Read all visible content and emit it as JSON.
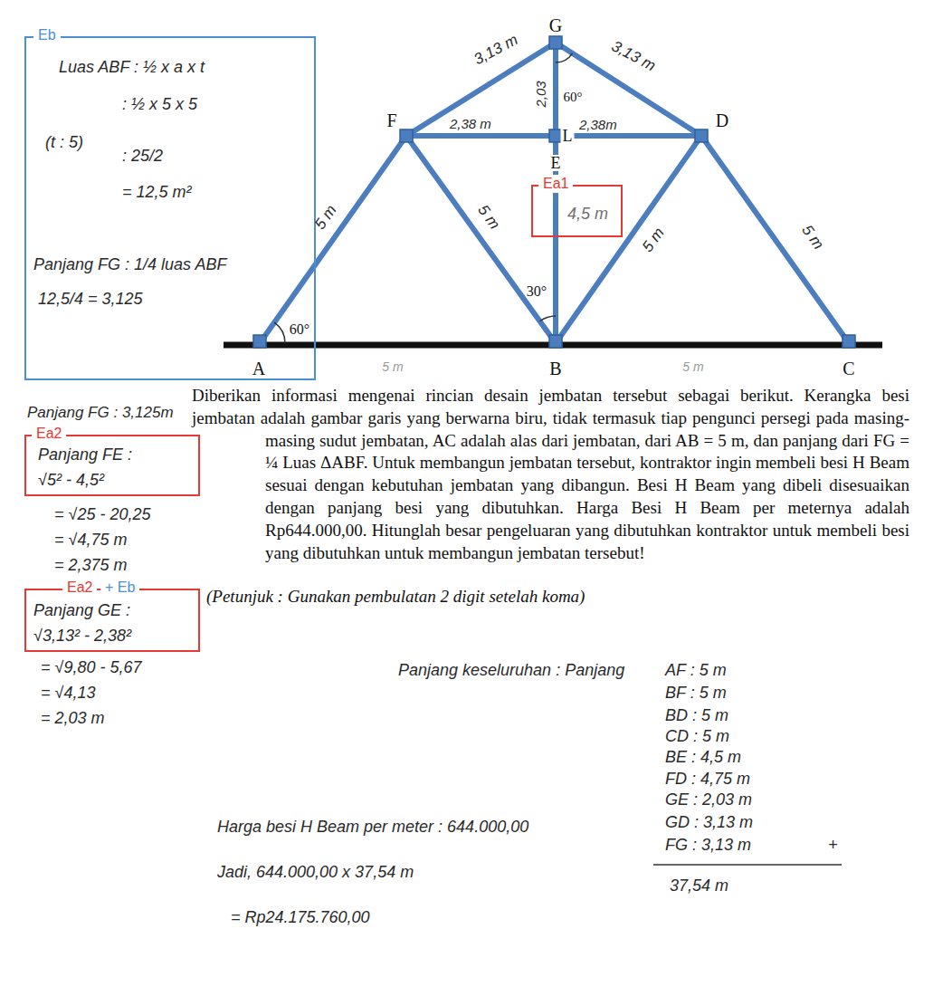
{
  "diagram": {
    "nodes": [
      {
        "text": [
          "Eb",
          "Luas ABF : ½ x a x t",
          ": ½ x 5 x 5",
          "(t : 5)",
          ": 25/2",
          "= 12,5 m²",
          "Panjang FG : 1/4 luas ABF",
          "12,5/4 = 3,125"
        ]
      },
      {
        "text": [
          "Ea1",
          "4,5 m"
        ]
      },
      {
        "text": [
          "Ea2",
          "Panjang FE :",
          "√5² - 4,5²"
        ]
      },
      {
        "text": [
          "Ea2",
          "+ Eb",
          "Panjang GE :",
          "√3,13² - 2,38²"
        ]
      }
    ],
    "labels": [
      "G",
      "3,13 m",
      "3,13 m",
      "60°",
      "2,03",
      "F",
      "2,38 m",
      "L",
      "2,38m",
      "D",
      "E",
      "5 m",
      "5 m",
      "5 m",
      "5 m",
      "30°",
      "60°",
      "A",
      "5 m",
      "B",
      "5 m",
      "C",
      "Panjang FG : 3,125m",
      "Diberikan informasi mengenai rincian desain jembatan tersebut sebagai berikut. Kerangka besi jembatan adalah gambar garis yang berwarna biru, tidak termasuk tiap pengunci persegi pada masing-masing sudut jembatan, AC adalah alas dari jembatan, dari AB = 5 m, dan panjang dari FG = ¼ Luas ΔABF. Untuk membangun jembatan tersebut, kontraktor ingin membeli besi H Beam sesuai dengan kebutuhan jembatan yang dibangun. Besi H Beam yang dibeli disesuaikan dengan panjang besi yang dibutuhkan. Harga Besi H Beam per meternya adalah Rp644.000,00. Hitunglah besar pengeluaran yang dibutuhkan kontraktor untuk membeli besi yang dibutuhkan untuk membangun jembatan tersebut!",
      "= √25 - 20,25",
      "= √4,75 m",
      "= 2,375 m",
      "(Petunjuk : Gunakan pembulatan 2 digit setelah koma)",
      "= √9,80 - 5,67",
      "= √4,13",
      "= 2,03 m",
      "Panjang keseluruhan : Panjang",
      "AF : 5 m",
      "BF : 5 m",
      "BD : 5 m",
      "CD : 5 m",
      "BE : 4,5 m",
      "FD : 4,75 m",
      "GE : 2,03 m",
      "GD : 3,13 m",
      "FG : 3,13 m",
      "+",
      "37,54 m",
      "Harga besi H Beam per meter : 644.000,00",
      "Jadi, 644.000,00 x 37,54 m",
      "= Rp24.175.760,00"
    ]
  }
}
